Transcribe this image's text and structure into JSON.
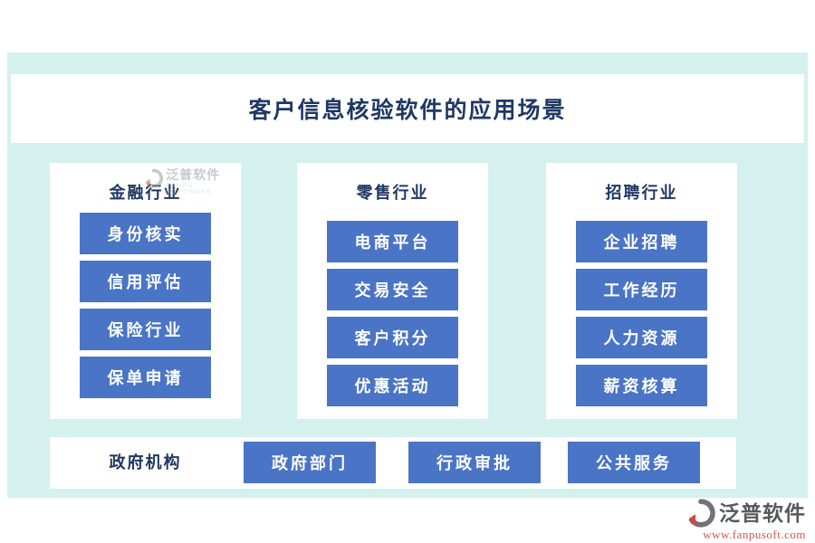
{
  "page": {
    "title": "客户信息核验软件的应用场景"
  },
  "watermark": {
    "brand": "泛普软件",
    "brand_sub": "FANPU SOFTWARE"
  },
  "footer_logo": {
    "brand": "泛普软件",
    "url": "www.fanpusoft.com"
  },
  "columns": [
    {
      "header": "金融行业",
      "items": [
        "身份核实",
        "信用评估",
        "保险行业",
        "保单申请"
      ]
    },
    {
      "header": "零售行业",
      "items": [
        "电商平台",
        "交易安全",
        "客户积分",
        "优惠活动"
      ]
    },
    {
      "header": "招聘行业",
      "items": [
        "企业招聘",
        "工作经历",
        "人力资源",
        "薪资核算"
      ]
    }
  ],
  "bottom_row": {
    "header": "政府机构",
    "items": [
      "政府部门",
      "行政审批",
      "公共服务"
    ]
  },
  "colors": {
    "container_bg": "#d4f1ee",
    "panel_bg": "#ffffff",
    "button_bg": "#4a74c6",
    "button_text": "#ffffff",
    "heading_text": "#1f3864",
    "logo_red": "#d9544a"
  }
}
